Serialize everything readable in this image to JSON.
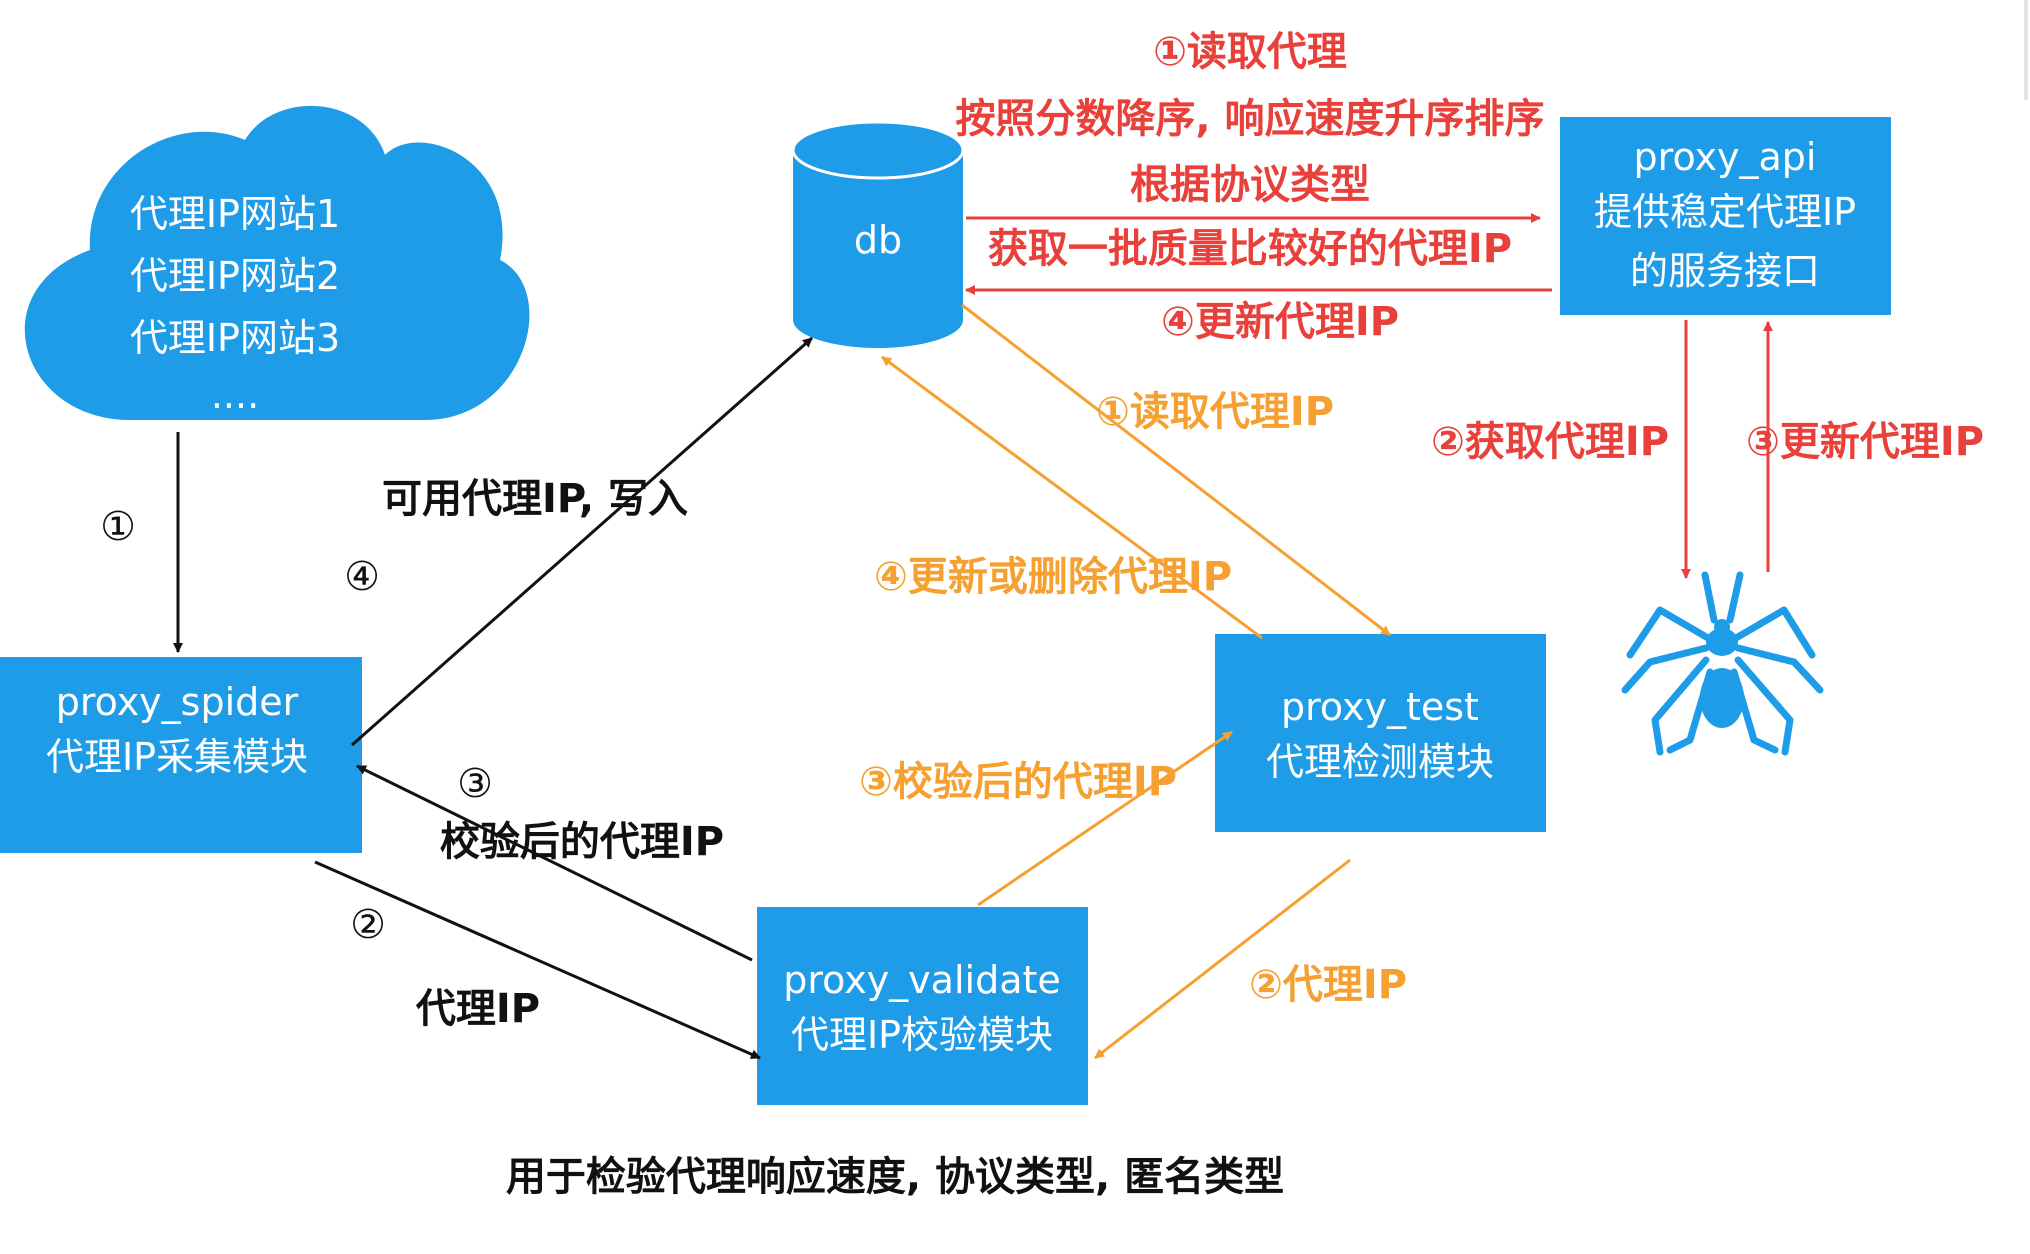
{
  "colors": {
    "box_blue": "#1e9ce8",
    "red": "#e8403a",
    "orange": "#f5a030",
    "black": "#111111",
    "white": "#ffffff"
  },
  "cloud": {
    "lines": [
      "代理IP网站1",
      "代理IP网站2",
      "代理IP网站3",
      "...."
    ]
  },
  "nodes": {
    "db": {
      "label": "db"
    },
    "proxy_api": {
      "lines": [
        "proxy_api",
        "提供稳定代理IP",
        "的服务接口"
      ]
    },
    "proxy_spider": {
      "lines": [
        "proxy_spider",
        "代理IP采集模块"
      ]
    },
    "proxy_test": {
      "lines": [
        "proxy_test",
        "代理检测模块"
      ]
    },
    "proxy_validate": {
      "lines": [
        "proxy_validate",
        "代理IP校验模块"
      ]
    }
  },
  "icons": {
    "spider": "spider-icon"
  },
  "labels": {
    "api_read": [
      "①读取代理",
      "按照分数降序, 响应速度升序排序",
      "根据协议类型",
      "获取一批质量比较好的代理IP"
    ],
    "api_update": "④更新代理IP",
    "spider_get": "②获取代理IP",
    "spider_update": "③更新代理IP",
    "test_read": "①读取代理IP",
    "test_update": "④更新或删除代理IP",
    "test_validated": "③校验后的代理IP",
    "test_proxy": "②代理IP",
    "cloud_step": "①",
    "write_step": "④",
    "write_label": "可用代理IP, 写入",
    "validated_step": "③",
    "validated_label": "校验后的代理IP",
    "proxy_step": "②",
    "proxy_label": "代理IP",
    "footer": "用于检验代理响应速度, 协议类型, 匿名类型"
  }
}
